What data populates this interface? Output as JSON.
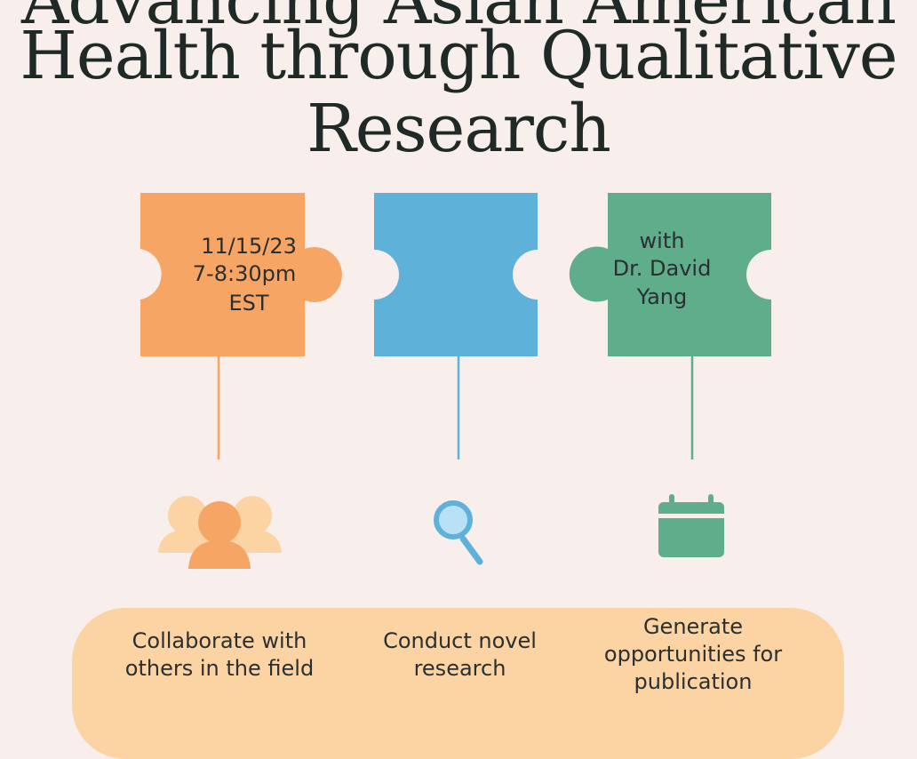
{
  "title": {
    "line1": "Advancing Asian American",
    "line2": "Health through Qualitative",
    "line3": "Research"
  },
  "pieces": [
    {
      "lines": [
        "11/15/23",
        "7-8:30pm",
        "EST"
      ],
      "color": "#f7a565"
    },
    {
      "lines": [],
      "color": "#5eb1d8"
    },
    {
      "lines": [
        "with",
        "Dr. David",
        "Yang"
      ],
      "color": "#5fad8a"
    }
  ],
  "icons": [
    "people-group-icon",
    "magnifying-glass-icon",
    "calendar-icon"
  ],
  "captions": [
    {
      "lines": [
        "Collaborate with",
        "others in the field"
      ]
    },
    {
      "lines": [
        "Conduct novel",
        "research"
      ]
    },
    {
      "lines": [
        "Generate",
        "opportunities for",
        "publication"
      ]
    }
  ],
  "colors": {
    "background": "#f8efec",
    "pill": "#fcd3a3",
    "orange": "#f7a565",
    "blue": "#5eb1d8",
    "green": "#5fad8a",
    "title": "#1f2a26"
  }
}
